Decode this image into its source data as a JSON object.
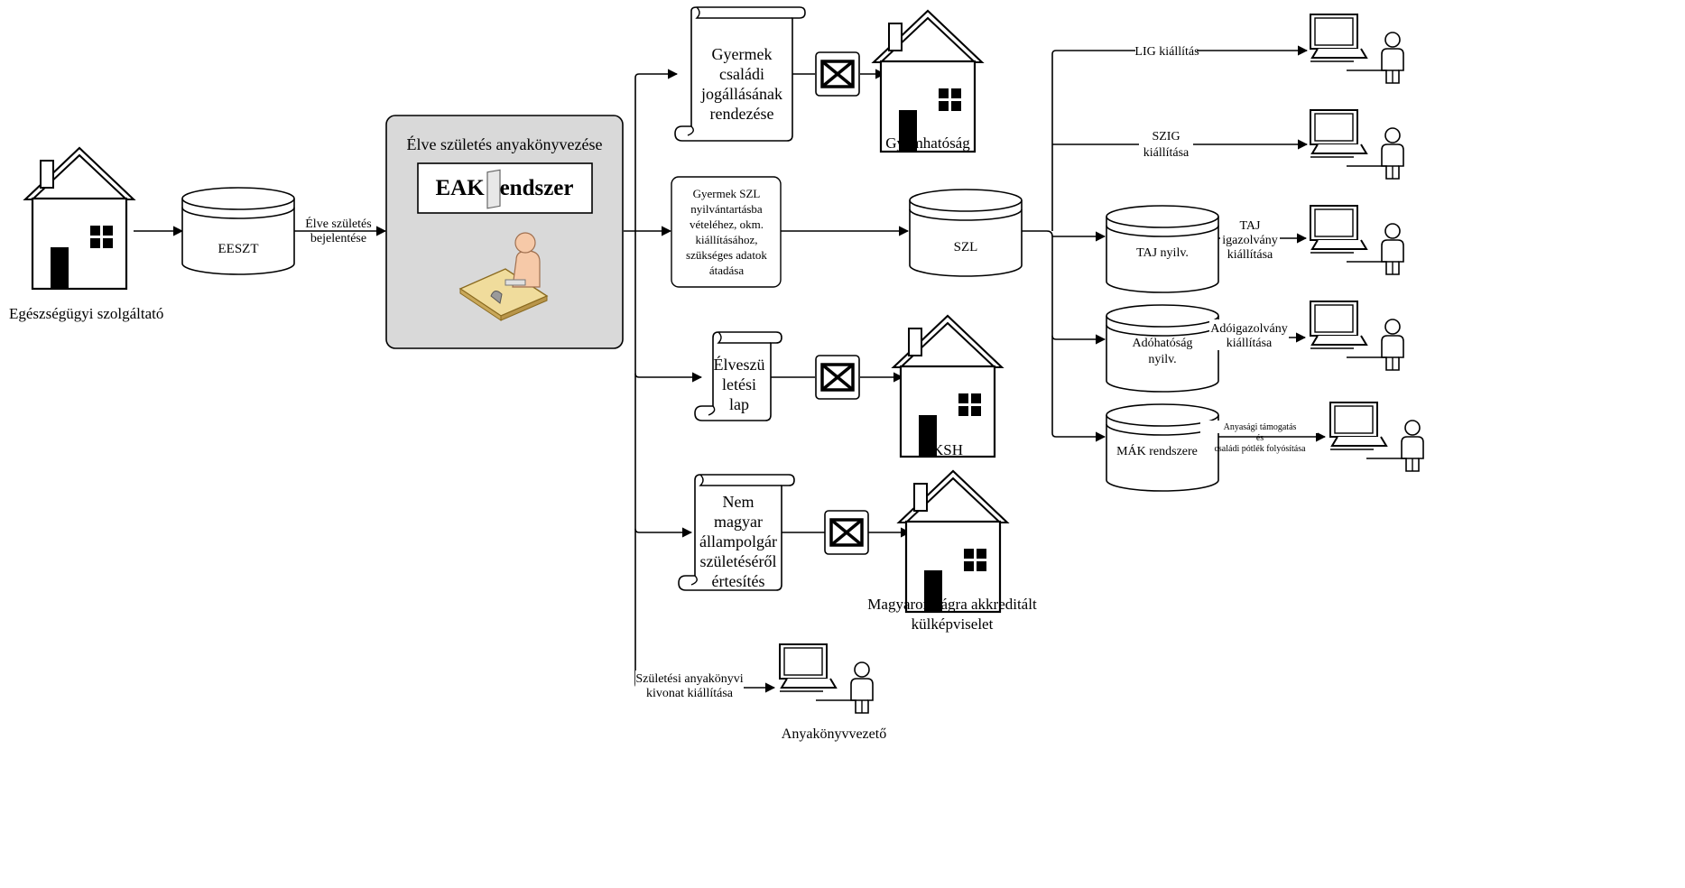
{
  "nodes": {
    "health_provider": "Egészségügyi szolgáltató",
    "eeszt": "EESZT",
    "birth_report": [
      "Élve születés",
      "bejelentése"
    ],
    "eak_box_title": "Élve születés anyakönyvezése",
    "eak_system": "EAK rendszer",
    "doc_family_status": [
      "Gyermek",
      "családi",
      "jogállásának",
      "rendezése"
    ],
    "guardianship": "Gyámhatóság",
    "szl_transfer": [
      "Gyermek SZL",
      "nyilvántartásba",
      "vételéhez, okm.",
      "kiállításához,",
      "szükséges adatok",
      "átadása"
    ],
    "szl": "SZL",
    "doc_live_birth": [
      "Élveszü",
      "letési",
      "lap"
    ],
    "ksh": "KSH",
    "doc_non_hungarian": [
      "Nem",
      "magyar",
      "állampolgár",
      "születéséről",
      "értesítés"
    ],
    "foreign_mission": [
      "Magyarországra akkreditált",
      "külképviselet"
    ],
    "birth_certificate": [
      "Születési anyakönyvi",
      "kivonat kiállítása"
    ],
    "registrar": "Anyakönyvvezető",
    "lig": "LIG kiállítás",
    "szig": [
      "SZIG",
      "kiállítása"
    ],
    "taj_db": "TAJ nyilv.",
    "taj_issue": [
      "TAJ",
      "igazolvány",
      "kiállítása"
    ],
    "tax_db": [
      "Adóhatóság",
      "nyilv."
    ],
    "tax_issue": [
      "Adóigazolvány",
      "kiállítása"
    ],
    "mak_db": "MÁK rendszere",
    "mak_issue": [
      "Anyasági támogatás",
      "és",
      "családi pótlék folyósítása"
    ]
  },
  "colors": {
    "eak_box_fill": "#d9d9d9",
    "desk_fill": "#f0dc9c",
    "person_fill": "#f6c9a8"
  },
  "icons": [
    "house-icon",
    "envelope-icon",
    "database-icon",
    "scroll-icon",
    "computer-user-icon",
    "desk-clerk-icon"
  ]
}
